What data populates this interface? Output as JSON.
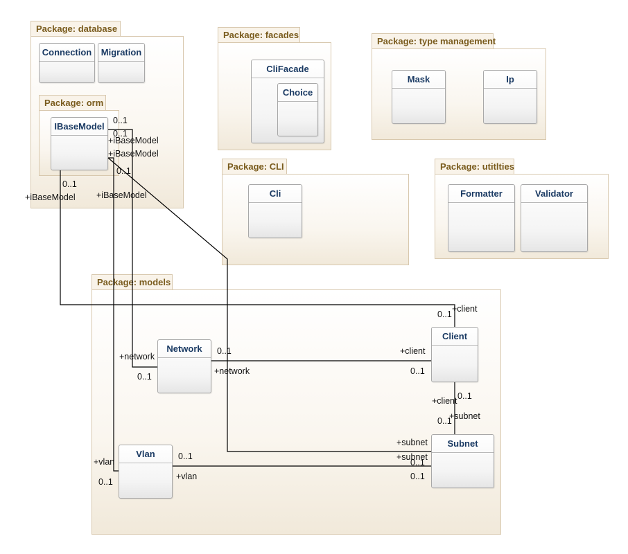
{
  "packages": {
    "database": "Package: database",
    "orm": "Package: orm",
    "facades": "Package: facades",
    "type_management": "Package: type management",
    "cli": "Package: CLI",
    "utilities": "Package: utitlties",
    "models": "Package: models"
  },
  "classes": {
    "connection": "Connection",
    "migration": "Migration",
    "ibasemodel": "IBaseModel",
    "clifacade": "CliFacade",
    "choice": "Choice",
    "mask": "Mask",
    "ip": "Ip",
    "cli": "Cli",
    "formatter": "Formatter",
    "validator": "Validator",
    "network": "Network",
    "client": "Client",
    "vlan": "Vlan",
    "subnet": "Subnet"
  },
  "associations": {
    "ibasemodel_client": {
      "role_a": "+iBaseModel",
      "mult_a": "0..1",
      "role_b": "+client",
      "mult_b": "0..1"
    },
    "ibasemodel_network": {
      "role_a": "+iBaseModel",
      "mult_a": "0..1",
      "role_b": "+network",
      "mult_b": "0..1"
    },
    "ibasemodel_subnet": {
      "role_a": "+iBaseModel",
      "mult_a": "0..1",
      "role_b": "+subnet",
      "mult_b": "0..1"
    },
    "ibasemodel_vlan": {
      "role_a": "+iBaseModel",
      "mult_a": "0..1",
      "role_b": "+vlan",
      "mult_b": "0..1"
    },
    "network_client": {
      "role_a": "+network",
      "mult_a": "0..1",
      "role_b": "+client",
      "mult_b": "0..1"
    },
    "client_subnet": {
      "role_a": "+client",
      "mult_a": "0..1",
      "role_b": "+subnet",
      "mult_b": "0..1"
    },
    "vlan_subnet": {
      "role_a": "+vlan",
      "mult_a": "0..1",
      "role_b": "+subnet",
      "mult_b": "0..1"
    }
  }
}
